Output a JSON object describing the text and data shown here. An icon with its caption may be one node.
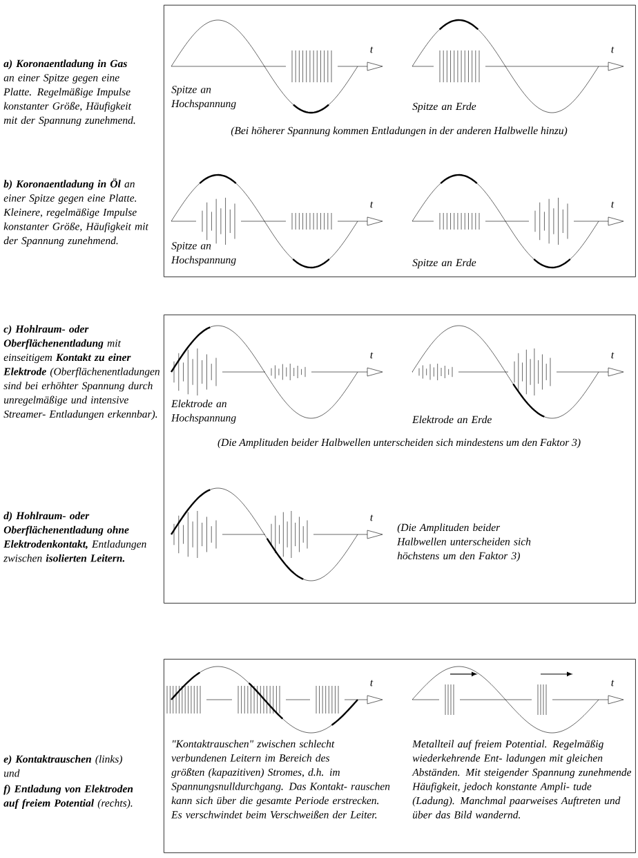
{
  "diagram": {
    "nodes": [
      {
        "text": [
          "t",
          "t",
          "Spitze an Hochspannung",
          "Spitze an Erde",
          "(Bei höherer Spannung kommen Entladungen in der anderen Halbwelle hinzu)",
          "t",
          "t",
          "Spitze an Hochspannung",
          "Spitze an Erde"
        ]
      },
      {
        "text": [
          "t",
          "t",
          "Elektrode an Hochspannung",
          "Elektrode an Erde",
          "(Die Amplituden beider Halbwellen unterscheiden sich mindestens um den Faktor 3)",
          "t",
          "(Die Amplituden beider Halbwellen unterscheiden sich höchstens um den Faktor 3)"
        ]
      },
      {
        "text": [
          "t",
          "t",
          "\"Kontaktrauschen\" zwischen schlecht verbundenen Leitern im Bereich des größten (kapazitiven) Stromes, d.h. im Spannungsnulldurchgang. Das Kontakt- rauschen kann sich über die gesamte Periode erstrecken. Es verschwindet beim Verschweißen der Leiter.",
          "Metallteil auf freiem Potential. Regelmäßig wiederkehrende Ent- ladungen mit gleichen Abständen. Mit steigender Spannung zunehmende Häufigkeit, jedoch konstante Ampli- tude (Ladung). Manchmal paarweises Auftreten und über das Bild wandernd."
        ]
      }
    ],
    "labels": [
      "**a) Koronaentladung in Gas** an einer Spitze gegen eine Platte. Regelmäßige Impulse konstanter Größe, Häufigkeit mit der Spannung zunehmend.",
      "**b) Koronaentladung in Öl** an einer Spitze gegen eine Platte. Kleinere, regelmäßige Impulse konstanter Größe, Häufigkeit mit der Spannung zunehmend.",
      "**c) Hohlraum- oder Oberflächenentladung** mit einseitigem **Kontakt zu einer Elektrode** (Oberflächenentladungen sind bei erhöhter Spannung durch unregelmäßige und intensive Streamer- Entladungen erkennbar).",
      "**d) Hohlraum- oder Oberflächenentladung ohne Elektrodenkontakt,** Entladungen zwischen **isolierten Leitern.**",
      "**e) Kontaktrauschen** (links) und",
      "**f) Entladung von Elektroden auf freiem Potential** (rechts)."
    ]
  }
}
